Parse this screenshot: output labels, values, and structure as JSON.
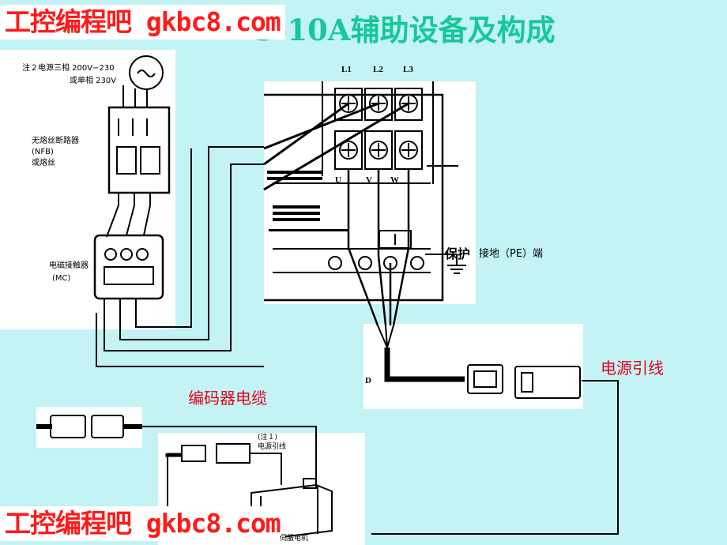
{
  "watermark": "工控编程吧 gkbc8.com",
  "title": "S-10A辅助设备及构成",
  "power": {
    "line1": "注２电源三相 200V−230",
    "line2": "或单相 230V"
  },
  "nfb": {
    "line1": "无熔丝断路器",
    "line2": "(NFB)",
    "line3": "或熔丝"
  },
  "mc": {
    "line1": "电磁接触器",
    "line2": "(MC)"
  },
  "terminals_top": [
    "L1",
    "L2",
    "L3"
  ],
  "terminals_bottom": [
    "U",
    "V",
    "W"
  ],
  "ground": {
    "label": "保护",
    "label2": "接地（PE）端"
  },
  "cable_mark": "D",
  "power_lead": "电源引线",
  "encoder_cable": "编码器电缆",
  "note": {
    "line1": "(注１)",
    "line2": "电源引线"
  },
  "motor": "伺服电机",
  "colors": {
    "background": "#c3f3f5",
    "title": "#18c79a",
    "label_red": "#e6001a",
    "watermark": "#ff1a1a"
  }
}
